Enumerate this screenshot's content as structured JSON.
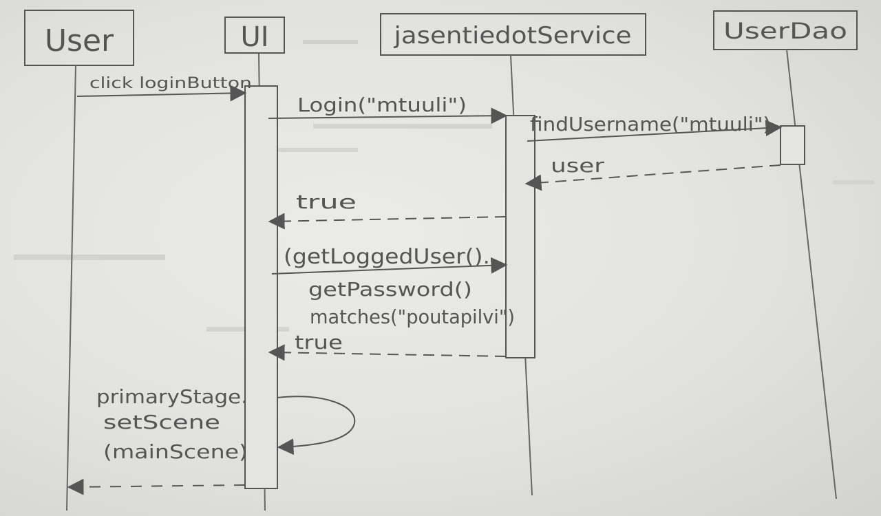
{
  "participants": [
    {
      "name": "User"
    },
    {
      "name": "UI"
    },
    {
      "name": "jasentiedotService"
    },
    {
      "name": "UserDao"
    }
  ],
  "messages": [
    {
      "label": "click loginButton",
      "from": "User",
      "to": "UI",
      "kind": "call"
    },
    {
      "label": "Login(\"mtuuli\")",
      "from": "UI",
      "to": "jasentiedotService",
      "kind": "call"
    },
    {
      "label": "findUsername(\"mtuuli\")",
      "from": "jasentiedotService",
      "to": "UserDao",
      "kind": "call"
    },
    {
      "label": "user",
      "from": "UserDao",
      "to": "jasentiedotService",
      "kind": "return"
    },
    {
      "label": "true",
      "from": "jasentiedotService",
      "to": "UI",
      "kind": "return"
    },
    {
      "label": "(getLoggedUser().",
      "from": "UI",
      "to": "jasentiedotService",
      "kind": "call"
    },
    {
      "label": "getPassword()",
      "from": "jasentiedotService",
      "to": "jasentiedotService",
      "kind": "note"
    },
    {
      "label": "matches(\"poutapilvi\")",
      "from": "jasentiedotService",
      "to": "jasentiedotService",
      "kind": "note"
    },
    {
      "label": "true",
      "from": "jasentiedotService",
      "to": "UI",
      "kind": "return"
    },
    {
      "label": "primaryStage.",
      "from": "UI",
      "to": "UI",
      "kind": "self"
    },
    {
      "label": "setScene",
      "from": "UI",
      "to": "UI",
      "kind": "self"
    },
    {
      "label": "(mainScene)",
      "from": "UI",
      "to": "UI",
      "kind": "self"
    },
    {
      "label": "",
      "from": "UI",
      "to": "User",
      "kind": "return"
    }
  ],
  "colors": {
    "pencil": "#555555",
    "paper": "#e6e6e3"
  }
}
